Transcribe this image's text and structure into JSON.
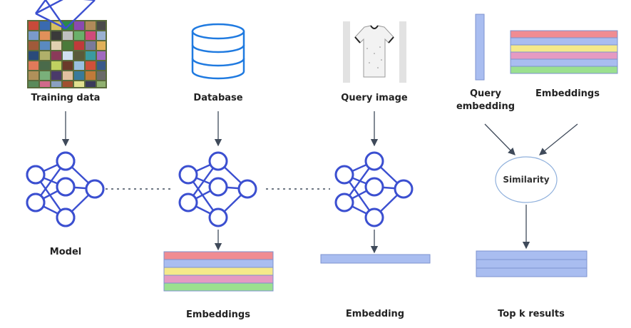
{
  "labels": {
    "training_data": "Training data",
    "database": "Database",
    "query_image": "Query image",
    "query_embedding_line1": "Query",
    "query_embedding_line2": "embedding",
    "embeddings_top": "Embeddings",
    "model": "Model",
    "embeddings_bottom": "Embeddings",
    "embedding": "Embedding",
    "similarity": "Similarity",
    "top_k": "Top k results"
  },
  "colors": {
    "network": "#3b4fd0",
    "arrow": "#3f4a5a",
    "database": "#1f7ae0",
    "embedding_fill": "#a9bdf0",
    "embedding_stroke": "#7d92cf",
    "stripes": [
      "#f08c92",
      "#a9bdf0",
      "#f5e98a",
      "#e59ac2",
      "#9be08f"
    ],
    "similarity_stroke": "#8fb0dc"
  },
  "icons": {
    "training_data": "image-grid-icon",
    "database": "database-icon",
    "query_image": "tshirt-photo-icon",
    "model": "neural-network-icon"
  }
}
